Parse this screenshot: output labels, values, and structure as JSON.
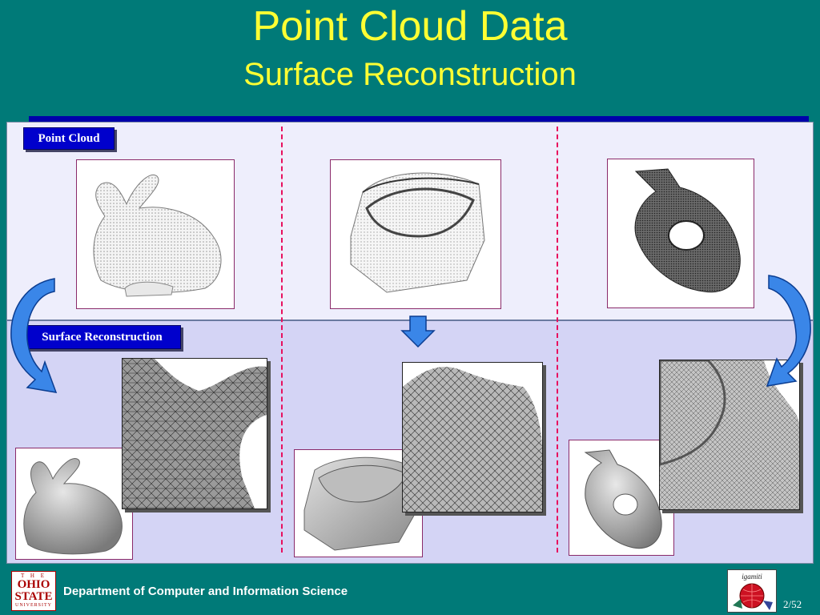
{
  "slide": {
    "title": "Point Cloud Data",
    "subtitle": "Surface Reconstruction",
    "page_number": "2/52"
  },
  "labels": {
    "point_cloud": "Point Cloud",
    "surface_reconstruction": "Surface Reconstruction"
  },
  "footer": {
    "department": "Department of Computer and Information Science",
    "osu_logo": [
      "T H E",
      "OHIO",
      "STATE",
      "UNIVERSITY"
    ],
    "lab_logo": "igamiti"
  },
  "colors": {
    "background": "#007a78",
    "title": "#ffff33",
    "label_box": "#0000cc",
    "divider": "#e8105e",
    "arrow": "#3a86e8"
  },
  "icons": [
    "bunny-point-cloud-image",
    "teeth-point-cloud-image",
    "rocker-arm-point-cloud-image",
    "curved-arrow-icon",
    "down-arrow-icon"
  ]
}
